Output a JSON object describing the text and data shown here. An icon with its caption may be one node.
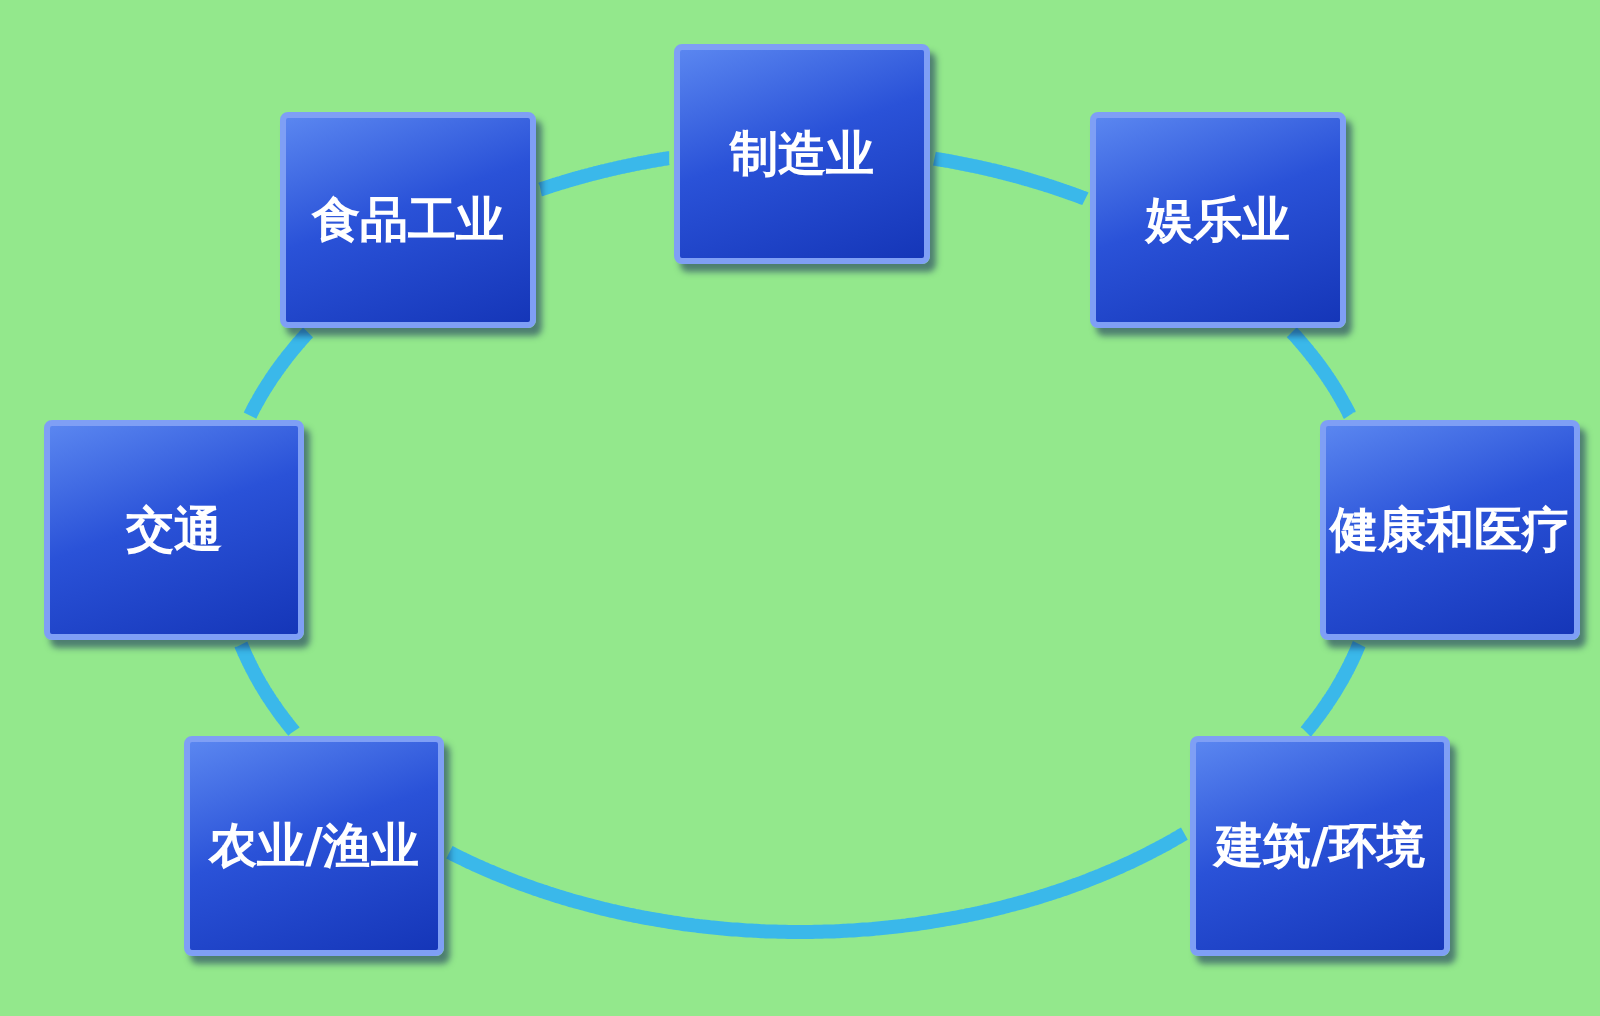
{
  "diagram": {
    "nodes": [
      {
        "text": [
          "制造业"
        ]
      },
      {
        "text": [
          "食品工业"
        ]
      },
      {
        "text": [
          "娱乐业"
        ]
      },
      {
        "text": [
          "交通"
        ]
      },
      {
        "text": [
          "健康和医疗"
        ]
      },
      {
        "text": [
          "农业/渔业"
        ]
      },
      {
        "text": [
          "建筑/环境"
        ]
      }
    ],
    "edges": [
      {
        "from": 0,
        "to": 2,
        "arrow": "none"
      },
      {
        "from": 2,
        "to": 4,
        "arrow": "none"
      },
      {
        "from": 4,
        "to": 6,
        "arrow": "none"
      },
      {
        "from": 6,
        "to": 5,
        "arrow": "none"
      },
      {
        "from": 5,
        "to": 3,
        "arrow": "none"
      },
      {
        "from": 3,
        "to": 1,
        "arrow": "none"
      },
      {
        "from": 1,
        "to": 0,
        "arrow": "none"
      }
    ]
  }
}
